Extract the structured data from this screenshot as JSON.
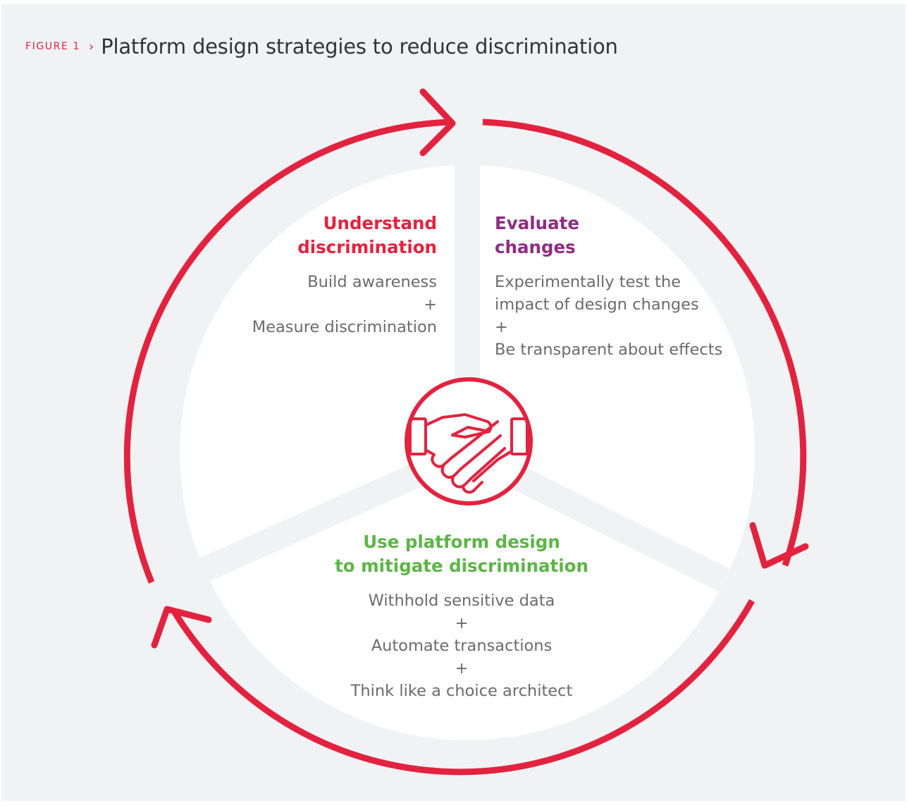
{
  "figure": {
    "label": "FIGURE 1",
    "separator": "›",
    "title": "Platform design strategies to reduce discrimination"
  },
  "sections": {
    "understand": {
      "heading_line1": "Understand",
      "heading_line2": "discrimination",
      "items": [
        "Build awareness",
        "+",
        "Measure discrimination"
      ]
    },
    "evaluate": {
      "heading_line1": "Evaluate",
      "heading_line2": "changes",
      "items": [
        "Experimentally test the",
        "impact of design changes",
        "+",
        "Be transparent about effects"
      ]
    },
    "design": {
      "heading_line1": "Use platform design",
      "heading_line2": "to mitigate discrimination",
      "items": [
        "Withhold sensitive data",
        "+",
        "Automate transactions",
        "+",
        "Think like a choice architect"
      ]
    }
  },
  "colors": {
    "accent_red": "#e2233f",
    "understand": "#e2233f",
    "evaluate": "#8e2c80",
    "design": "#5cb547",
    "body_text": "#6b6b6b",
    "panel": "#f1f2f4"
  },
  "icons": {
    "center": "handshake-icon",
    "cycle_arrows": "arrowhead-icon"
  }
}
